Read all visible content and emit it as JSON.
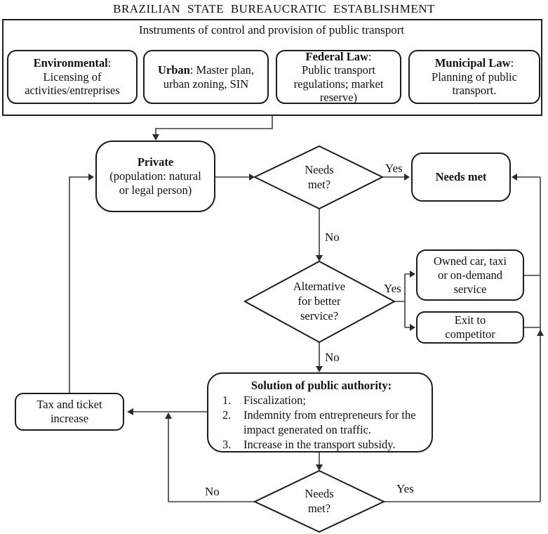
{
  "title": "BRAZILIAN STATE BUREAUCRATIC ESTABLISHMENT",
  "instruments": {
    "header": "Instruments of control and provision of public transport",
    "boxes": [
      {
        "title": "Environmental",
        "head_rest": ":",
        "lines": [
          "Licensing of",
          "activities/entreprises"
        ]
      },
      {
        "title": "Urban",
        "head_rest": ": Master plan,",
        "lines": [
          "urban zoning,  SIN"
        ]
      },
      {
        "title": "Federal Law",
        "head_rest": ":",
        "lines": [
          "Public transport",
          "regulations; market",
          "reserve)"
        ]
      },
      {
        "title": "Municipal Law",
        "head_rest": ":",
        "lines": [
          "Planning of public",
          "transport."
        ]
      }
    ]
  },
  "nodes": {
    "private": {
      "title": "Private",
      "lines": [
        "(population: natural",
        "or legal person)"
      ]
    },
    "needs_met_result": {
      "title": "Needs met"
    },
    "owned_car": {
      "lines": [
        "Owned car, taxi",
        "or on-demand",
        "service"
      ]
    },
    "exit_competitor": {
      "lines": [
        "Exit to",
        "competitor"
      ]
    },
    "solution": {
      "title": "Solution of public authority:",
      "items": [
        {
          "num": "1.",
          "text": "Fiscalization;"
        },
        {
          "num": "2.",
          "text": "Indemnity from entrepreneurs for the impact generated on traffic."
        },
        {
          "num": "3.",
          "text": "Increase in the transport subsidy."
        }
      ]
    },
    "tax": {
      "lines": [
        "Tax and ticket",
        "increase"
      ]
    }
  },
  "decisions": [
    {
      "lines": [
        "Needs",
        "met?"
      ]
    },
    {
      "lines": [
        "Alternative",
        "for better",
        "service?"
      ]
    },
    {
      "lines": [
        "Needs",
        "met?"
      ]
    }
  ],
  "edge_labels": {
    "yes1": "Yes",
    "no1": "No",
    "yes2": "Yes",
    "no2": "No",
    "no3": "No",
    "yes3": "Yes"
  },
  "colors": {
    "background": "#ffffff",
    "box_border": "#1c1c1c",
    "connector": "#3d3d3d",
    "text": "#111111"
  }
}
